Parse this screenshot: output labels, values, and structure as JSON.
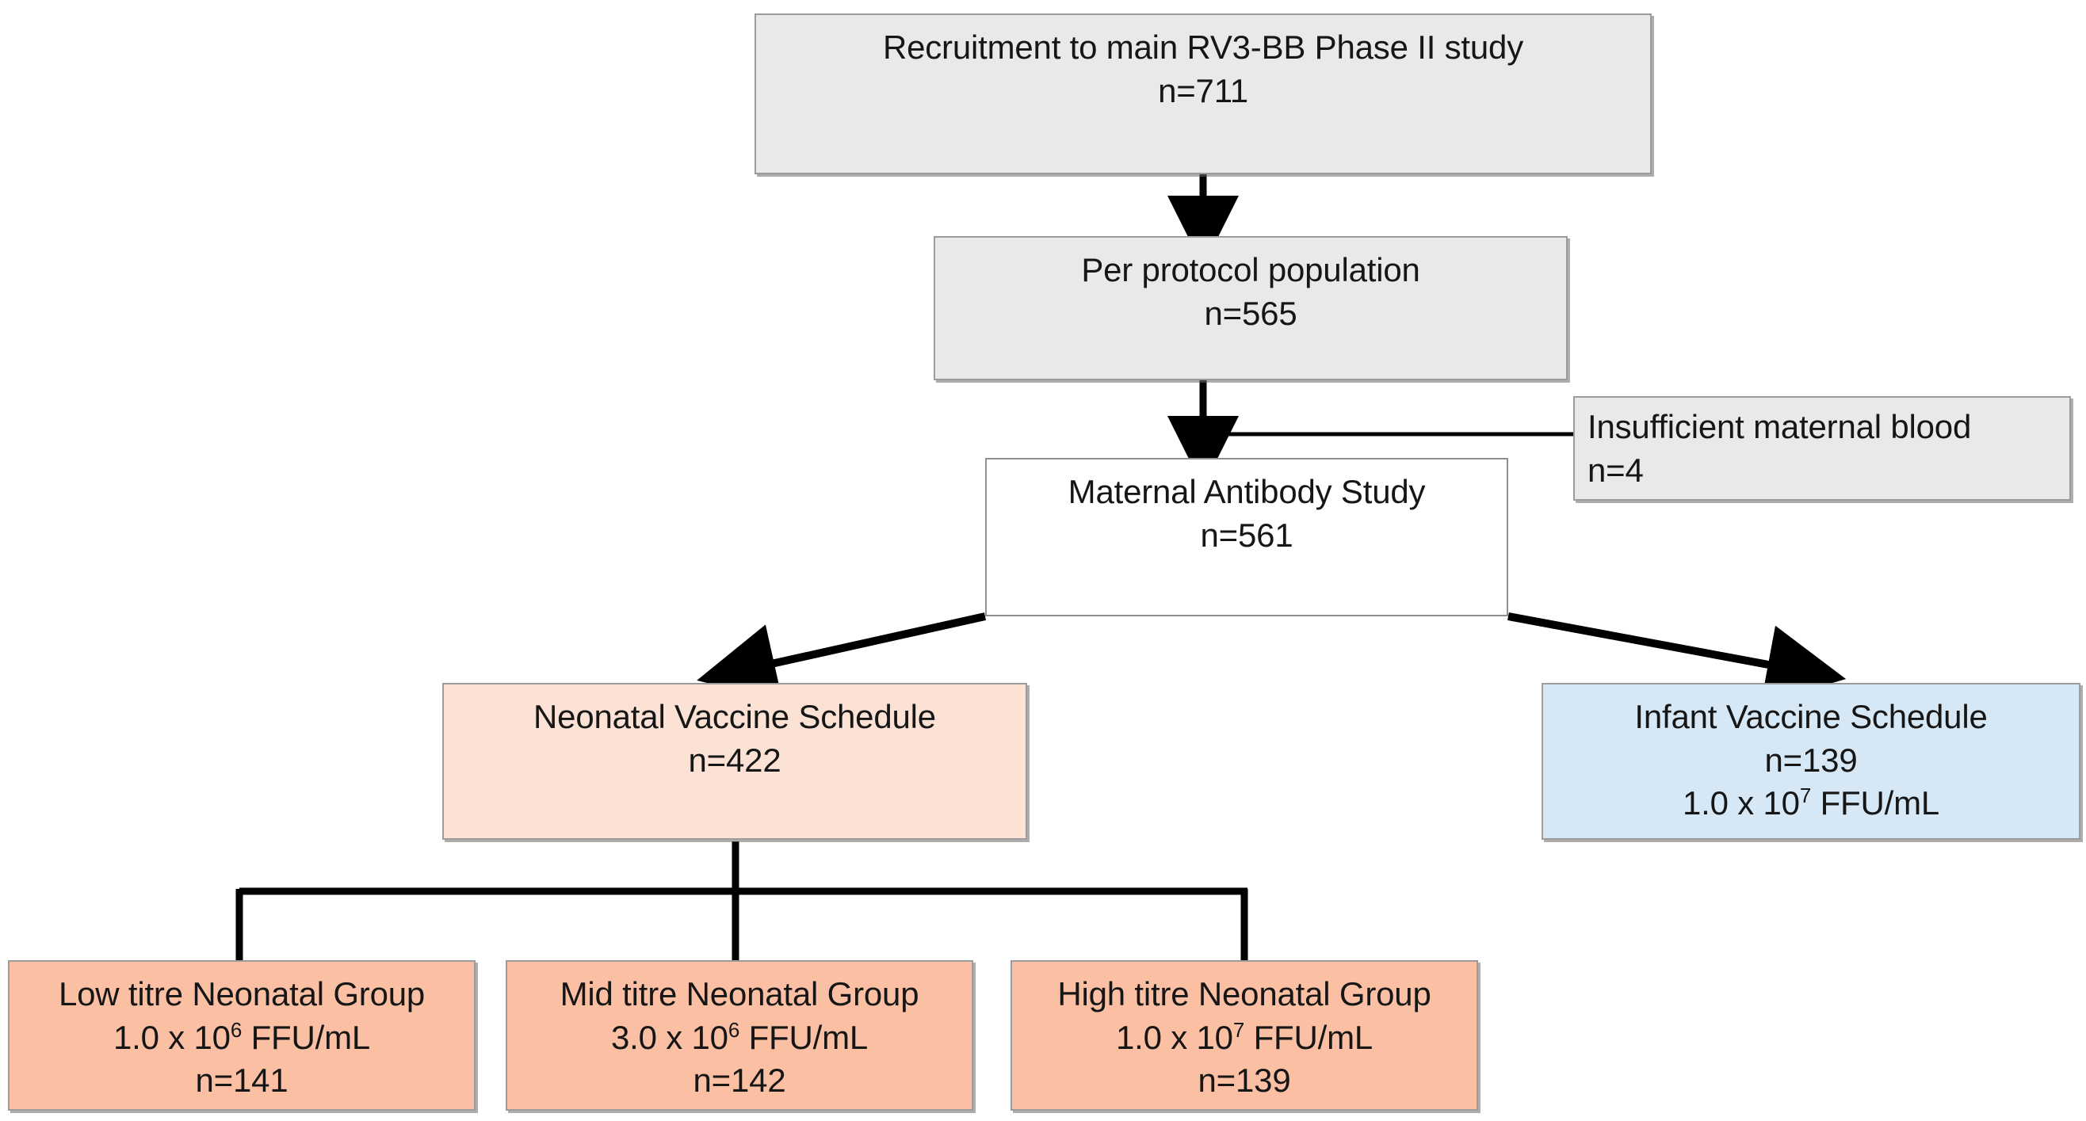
{
  "diagram": {
    "title": "RV3-BB Phase II Maternal Antibody Study participant flow",
    "type": "flowchart",
    "colors": {
      "grey_fill": "#e9e9e9",
      "white_fill": "#ffffff",
      "peach_fill": "#fbe2d5",
      "salmon_fill": "#fbc0a3",
      "blue_fill": "#d6e7f5",
      "border": "#9a9a9a",
      "connector": "#000000"
    },
    "nodes": {
      "recruitment": {
        "line1": "Recruitment to main RV3-BB Phase II study",
        "line2": "n=711"
      },
      "per_protocol": {
        "line1": "Per protocol population",
        "line2": "n=565"
      },
      "insufficient_blood": {
        "line1": "Insufficient maternal blood",
        "line2": "n=4"
      },
      "maternal_antibody": {
        "line1": "Maternal Antibody Study",
        "line2": "n=561"
      },
      "neonatal_schedule": {
        "line1": "Neonatal Vaccine Schedule",
        "line2": "n=422"
      },
      "infant_schedule": {
        "line1": "Infant Vaccine Schedule",
        "line2": "n=139",
        "line3_pre": "1.0 x 10",
        "line3_sup": "7",
        "line3_post": " FFU/mL"
      },
      "low_titre": {
        "line1": "Low titre Neonatal Group",
        "line2_pre": "1.0 x 10",
        "line2_sup": "6",
        "line2_post": " FFU/mL",
        "line3": "n=141"
      },
      "mid_titre": {
        "line1": "Mid titre Neonatal Group",
        "line2_pre": "3.0 x 10",
        "line2_sup": "6",
        "line2_post": " FFU/mL",
        "line3": "n=142"
      },
      "high_titre": {
        "line1": "High titre Neonatal Group",
        "line2_pre": "1.0 x 10",
        "line2_sup": "7",
        "line2_post": " FFU/mL",
        "line3": "n=139"
      }
    },
    "edges": [
      {
        "from": "recruitment",
        "to": "per_protocol",
        "style": "arrow-thick-down"
      },
      {
        "from": "per_protocol",
        "to": "maternal_antibody",
        "style": "arrow-thick-down"
      },
      {
        "from": "per_protocol_stem",
        "to": "insufficient_blood",
        "style": "line-thin-right"
      },
      {
        "from": "maternal_antibody",
        "to": "neonatal_schedule",
        "style": "arrow-thick-diagonal-left"
      },
      {
        "from": "maternal_antibody",
        "to": "infant_schedule",
        "style": "arrow-thick-diagonal-right"
      },
      {
        "from": "neonatal_schedule",
        "to": "low_titre",
        "style": "elbow-thick"
      },
      {
        "from": "neonatal_schedule",
        "to": "mid_titre",
        "style": "line-thick-down"
      },
      {
        "from": "neonatal_schedule",
        "to": "high_titre",
        "style": "elbow-thick"
      }
    ]
  }
}
